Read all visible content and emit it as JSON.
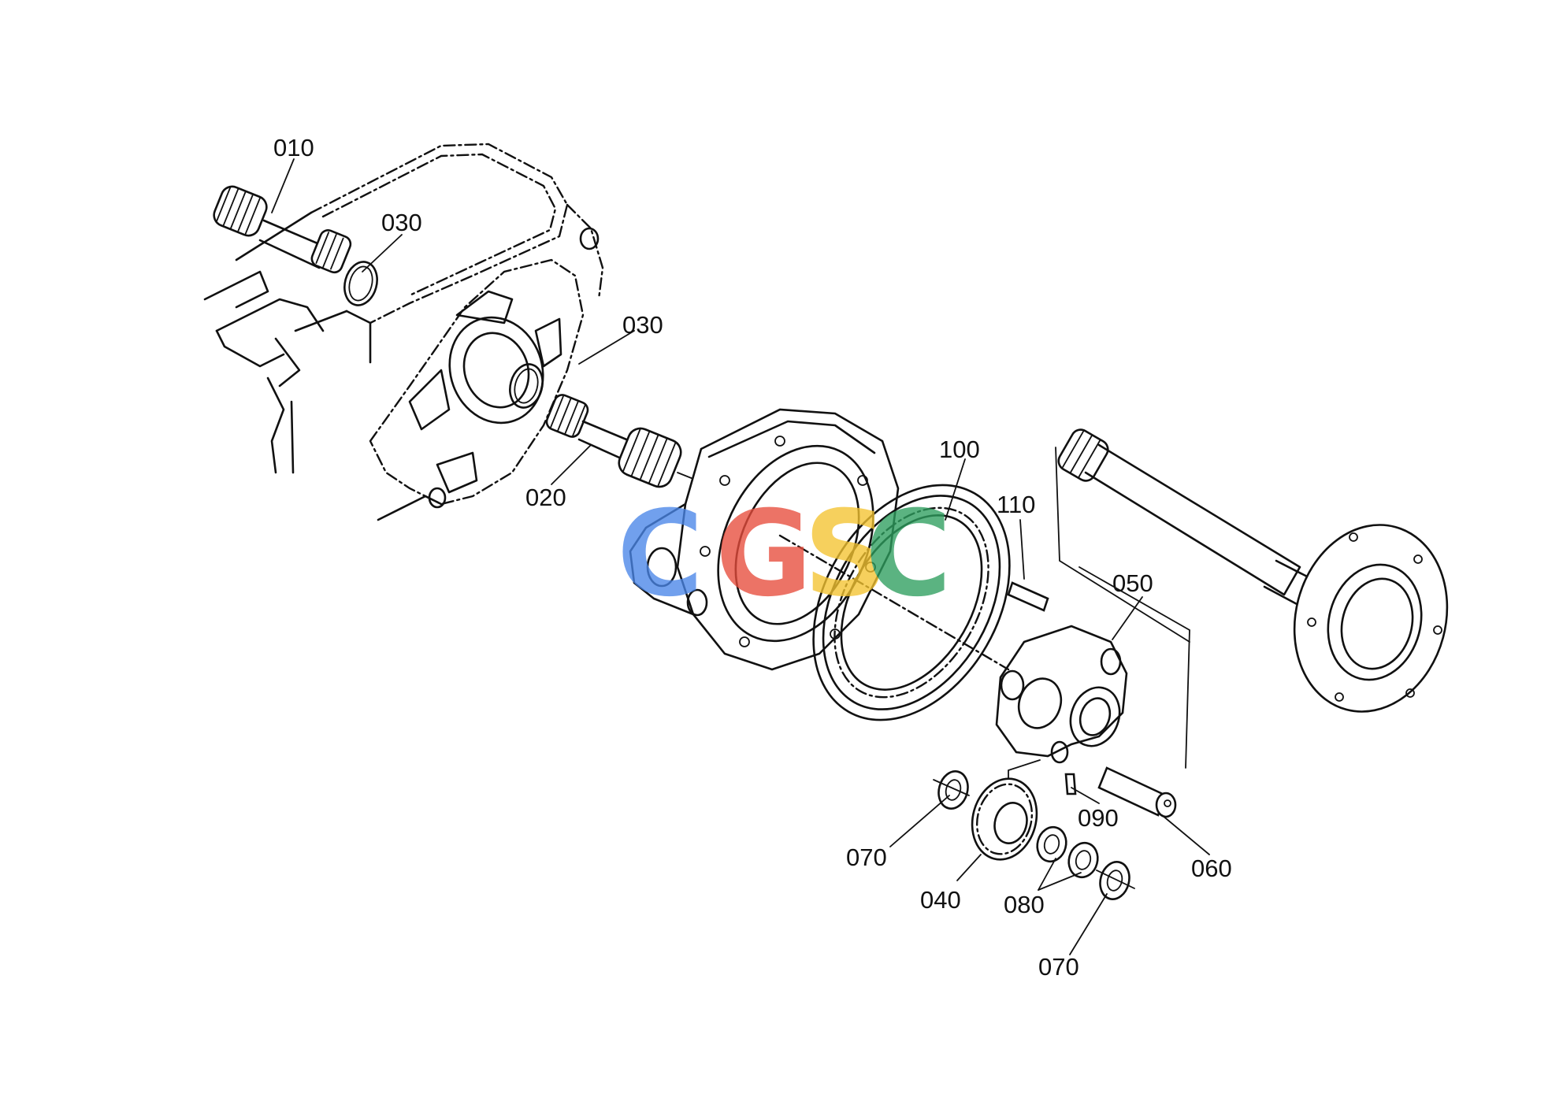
{
  "callouts": [
    {
      "id": "c010",
      "text": "010"
    },
    {
      "id": "c030a",
      "text": "030"
    },
    {
      "id": "c030b",
      "text": "030"
    },
    {
      "id": "c020",
      "text": "020"
    },
    {
      "id": "c100",
      "text": "100"
    },
    {
      "id": "c110",
      "text": "110"
    },
    {
      "id": "c050",
      "text": "050"
    },
    {
      "id": "c090",
      "text": "090"
    },
    {
      "id": "c060",
      "text": "060"
    },
    {
      "id": "c070a",
      "text": "070"
    },
    {
      "id": "c040",
      "text": "040"
    },
    {
      "id": "c080",
      "text": "080"
    },
    {
      "id": "c070b",
      "text": "070"
    }
  ],
  "watermark": {
    "letters": [
      "C",
      "G",
      "S",
      "C"
    ],
    "colors": [
      "#4a86e8",
      "#e74c3c",
      "#f4c430",
      "#2e9e5e"
    ]
  }
}
